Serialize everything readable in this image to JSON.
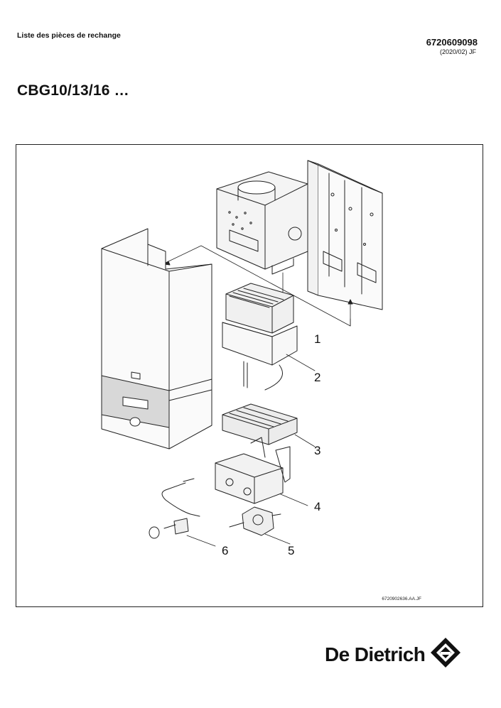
{
  "header": {
    "doc_label": "Liste des pièces de rechange",
    "doc_number": "6720609098",
    "doc_date": "(2020/02) JF"
  },
  "title": "CBG10/13/16 …",
  "figure": {
    "reference": "6720902636.AA.JF",
    "callouts": [
      "1",
      "2",
      "3",
      "4",
      "5",
      "6"
    ]
  },
  "brand": {
    "name": "De Dietrich",
    "logo_icon": "de-dietrich-diamond-logo-icon"
  }
}
